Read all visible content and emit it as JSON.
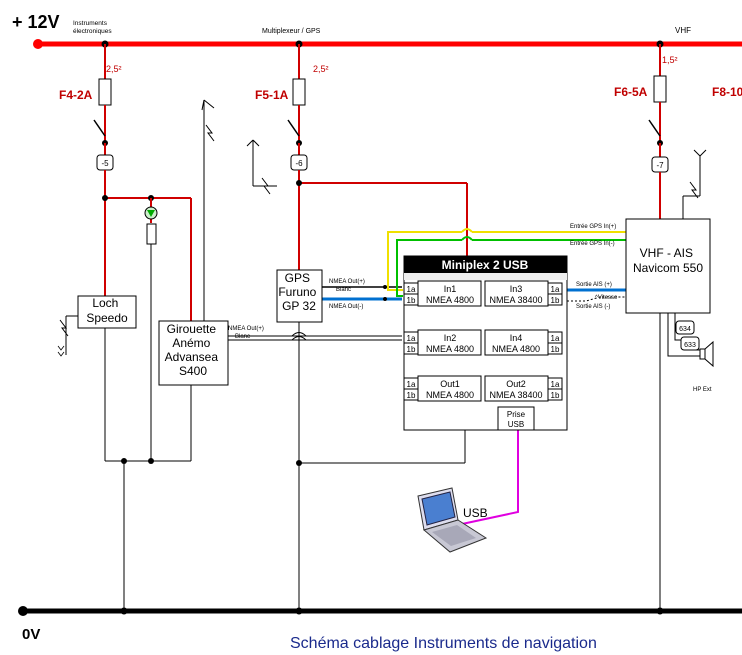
{
  "rails": {
    "positive": "+ 12V",
    "ground": "0V",
    "section_instruments": "Instruments\nélectroniques",
    "section_multiplexer": "Multiplexeur / GPS",
    "section_vhf": "VHF"
  },
  "fuses": {
    "f4": {
      "label": "F4-2A",
      "wire": "2,5²"
    },
    "f5": {
      "label": "F5-1A",
      "wire": "2,5²"
    },
    "f6": {
      "label": "F6-5A",
      "wire": "1,5²"
    },
    "f8": {
      "label": "F8-10"
    }
  },
  "terminals": {
    "t5": "-5",
    "t6": "-6",
    "t7": "-7",
    "t634": "634",
    "t633": "633"
  },
  "devices": {
    "loch": "Loch\nSpeedo",
    "girouette": "Girouette\nAnémo\nAdvansea\nS400",
    "gps": "GPS\nFuruno\nGP 32",
    "vhf": "VHF - AIS\nNavicom 550",
    "hp": "HP Ext"
  },
  "multiplexer": {
    "title": "Miniplex 2 USB",
    "in1": "In1\nNMEA 4800",
    "in2": "In2\nNMEA 4800",
    "in3": "In3\nNMEA 38400",
    "in4": "In4\nNMEA 4800",
    "out1": "Out1\nNMEA 4800",
    "out2": "Out2\nNMEA 38400",
    "usb_port": "Prise\nUSB",
    "pin_a": "1a",
    "pin_b": "1b"
  },
  "wires": {
    "gps_out_plus": "NMEA Out(+)",
    "gps_out_blanc": "Blanc",
    "gps_out_minus": "NMEA Out(-)",
    "gir_out_plus": "NMEA Out(+)",
    "gir_out_blanc": "Blanc",
    "gps_in_plus": "Entrée GPS In(+)",
    "gps_in_minus": "Entrée GPS In(-)",
    "ais_plus": "Sortie AIS (+)",
    "ais_minus": "Sortie AIS (-)",
    "vitesse": "^Vitesse",
    "usb": "USB"
  },
  "caption": "Schéma cablage Instruments de navigation",
  "colors": {
    "rail": "#ff0000",
    "supply": "#d00000",
    "ground": "#000000",
    "nmea_blue": "#0070d0",
    "gps_yellow": "#f0e000",
    "gps_green": "#00c000",
    "usb_magenta": "#e000e0",
    "caption": "#1a2a8c"
  }
}
